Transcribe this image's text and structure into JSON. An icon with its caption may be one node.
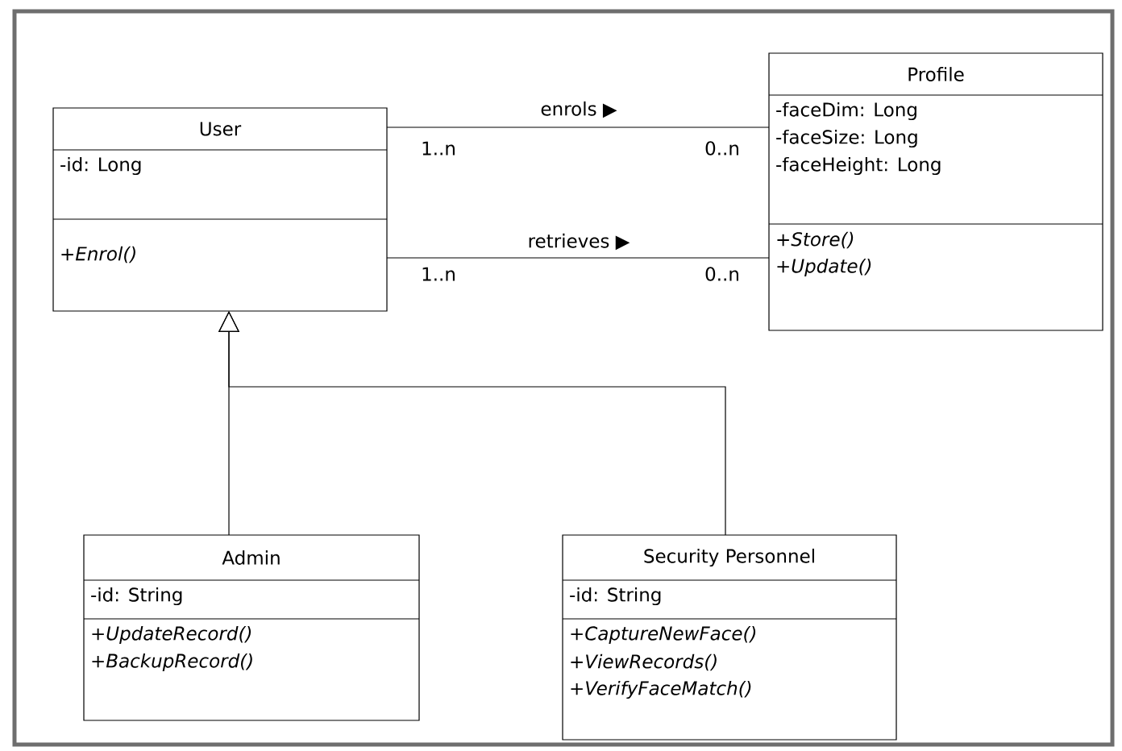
{
  "diagram": {
    "nodes": [
      {
        "text": [
          "User",
          "-id: Long",
          "+Enrol()"
        ]
      },
      {
        "text": [
          "Profile",
          "-faceDim: Long",
          "-faceSize: Long",
          "-faceHeight: Long",
          "+Store()",
          "+Update()"
        ]
      },
      {
        "text": [
          "Admin",
          "-id: String",
          "+UpdateRecord()",
          "+BackupRecord()"
        ]
      },
      {
        "text": [
          "Security Personnel",
          "-id: String",
          "+CaptureNewFace()",
          "+ViewRecords()",
          "+VerifyFaceMatch()"
        ]
      }
    ],
    "edges": [
      {
        "from": 0,
        "to": 1,
        "arrow": "none",
        "label": "enrols ▶"
      },
      {
        "from": 0,
        "to": 1,
        "arrow": "none",
        "label": "retrieves ▶"
      },
      {
        "from": 2,
        "to": 0,
        "arrow": "to"
      },
      {
        "from": 3,
        "to": 0,
        "arrow": "to"
      }
    ],
    "labels": [
      "1..n",
      "0..n",
      "1..n",
      "0..n"
    ]
  }
}
